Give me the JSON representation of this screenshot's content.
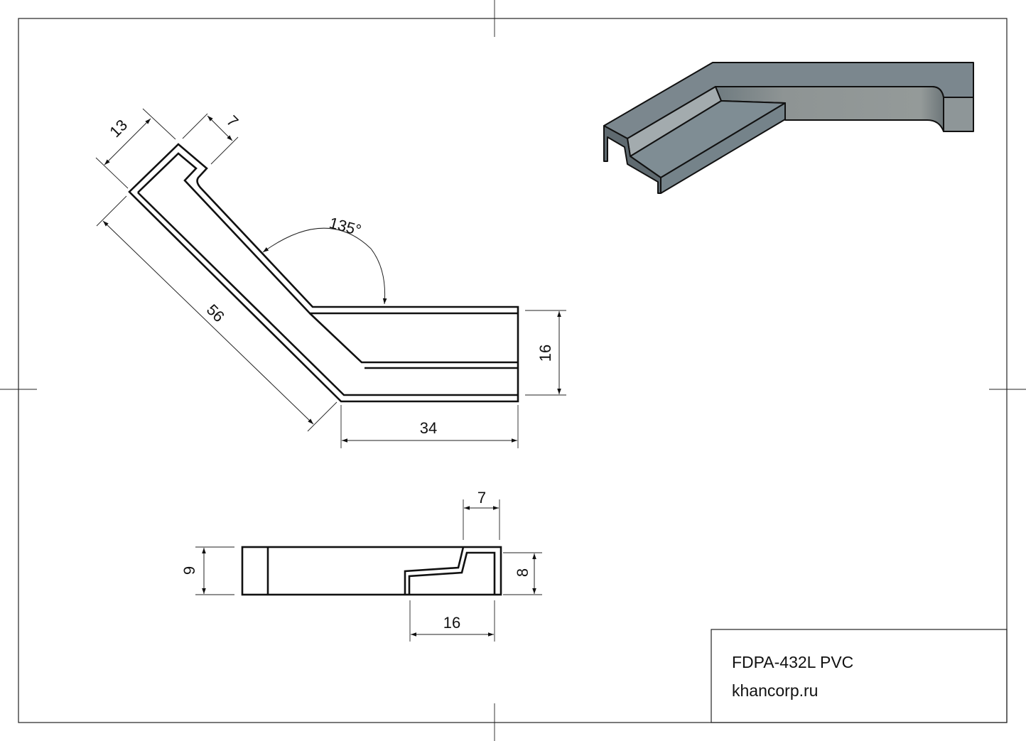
{
  "title_block": {
    "part_number": "FDPA-432L PVC",
    "website": "khancorp.ru"
  },
  "top_view": {
    "dimensions": {
      "flange_width": "13",
      "lip_width": "7",
      "angled_length": "56",
      "angle": "135°",
      "height": "16",
      "straight_length": "34"
    }
  },
  "side_view": {
    "dimensions": {
      "total_height": "9",
      "lip_width": "7",
      "profile_height": "8",
      "profile_width": "16"
    }
  },
  "colors": {
    "line": "#111111",
    "render_face": "#7d8a91",
    "render_recess": "#8f9595",
    "render_slope": "#a3abae"
  }
}
